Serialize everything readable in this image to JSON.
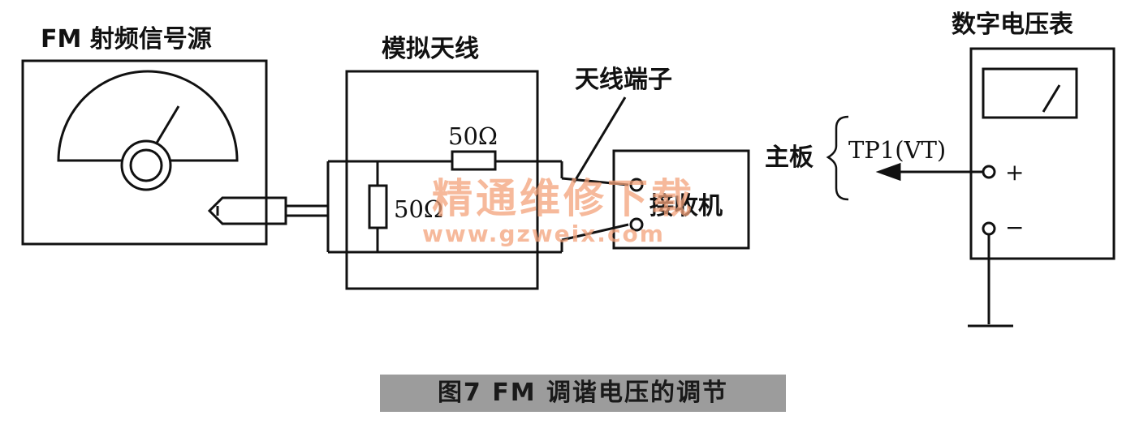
{
  "labels": {
    "signal_source": "FM 射频信号源",
    "dummy_antenna": "模拟天线",
    "antenna_terminal": "天线端子",
    "voltmeter": "数字电压表",
    "resistor_series": "50Ω",
    "resistor_shunt": "50Ω",
    "receiver": "接收机",
    "mainboard": "主板",
    "test_point": "TP1(VT)",
    "plus": "+",
    "minus": "−"
  },
  "watermark": {
    "cn": "精通维修下载",
    "url": "www.gzweix.com"
  },
  "caption": "图7   FM 调谐电压的调节",
  "colors": {
    "line": "#111111",
    "watermark": "#f3a27a",
    "caption_bg": "#9c9c9c"
  }
}
